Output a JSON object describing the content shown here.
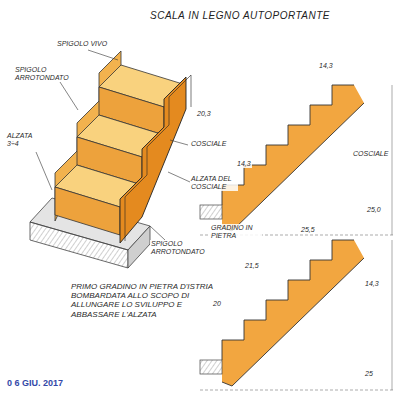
{
  "diagram": {
    "title": "SCALA IN LEGNO AUTOPORTANTE",
    "labels": [
      "SPIGOLO VIVO",
      "SPIGOLO ARROTONDATO",
      "ALZATA 3÷4",
      "COSCIALE",
      "ALZATA DEL COSCIALE",
      "SPIGOLO ARROTONDATO",
      "PRIMO GRADINO IN PIETRA D'ISTRIA BOMBARDATA ALLO SCOPO DI ALLUNGARE LO SVILUPPO E ABBASSARE L'ALZATA",
      "0 6 GIU. 2017",
      "14,3",
      "14,3",
      "20,3",
      "COSCIALE",
      "GRADINO IN PIETRA",
      "25,0",
      "25,5",
      "21,5",
      "14,3",
      "20",
      "25"
    ]
  }
}
